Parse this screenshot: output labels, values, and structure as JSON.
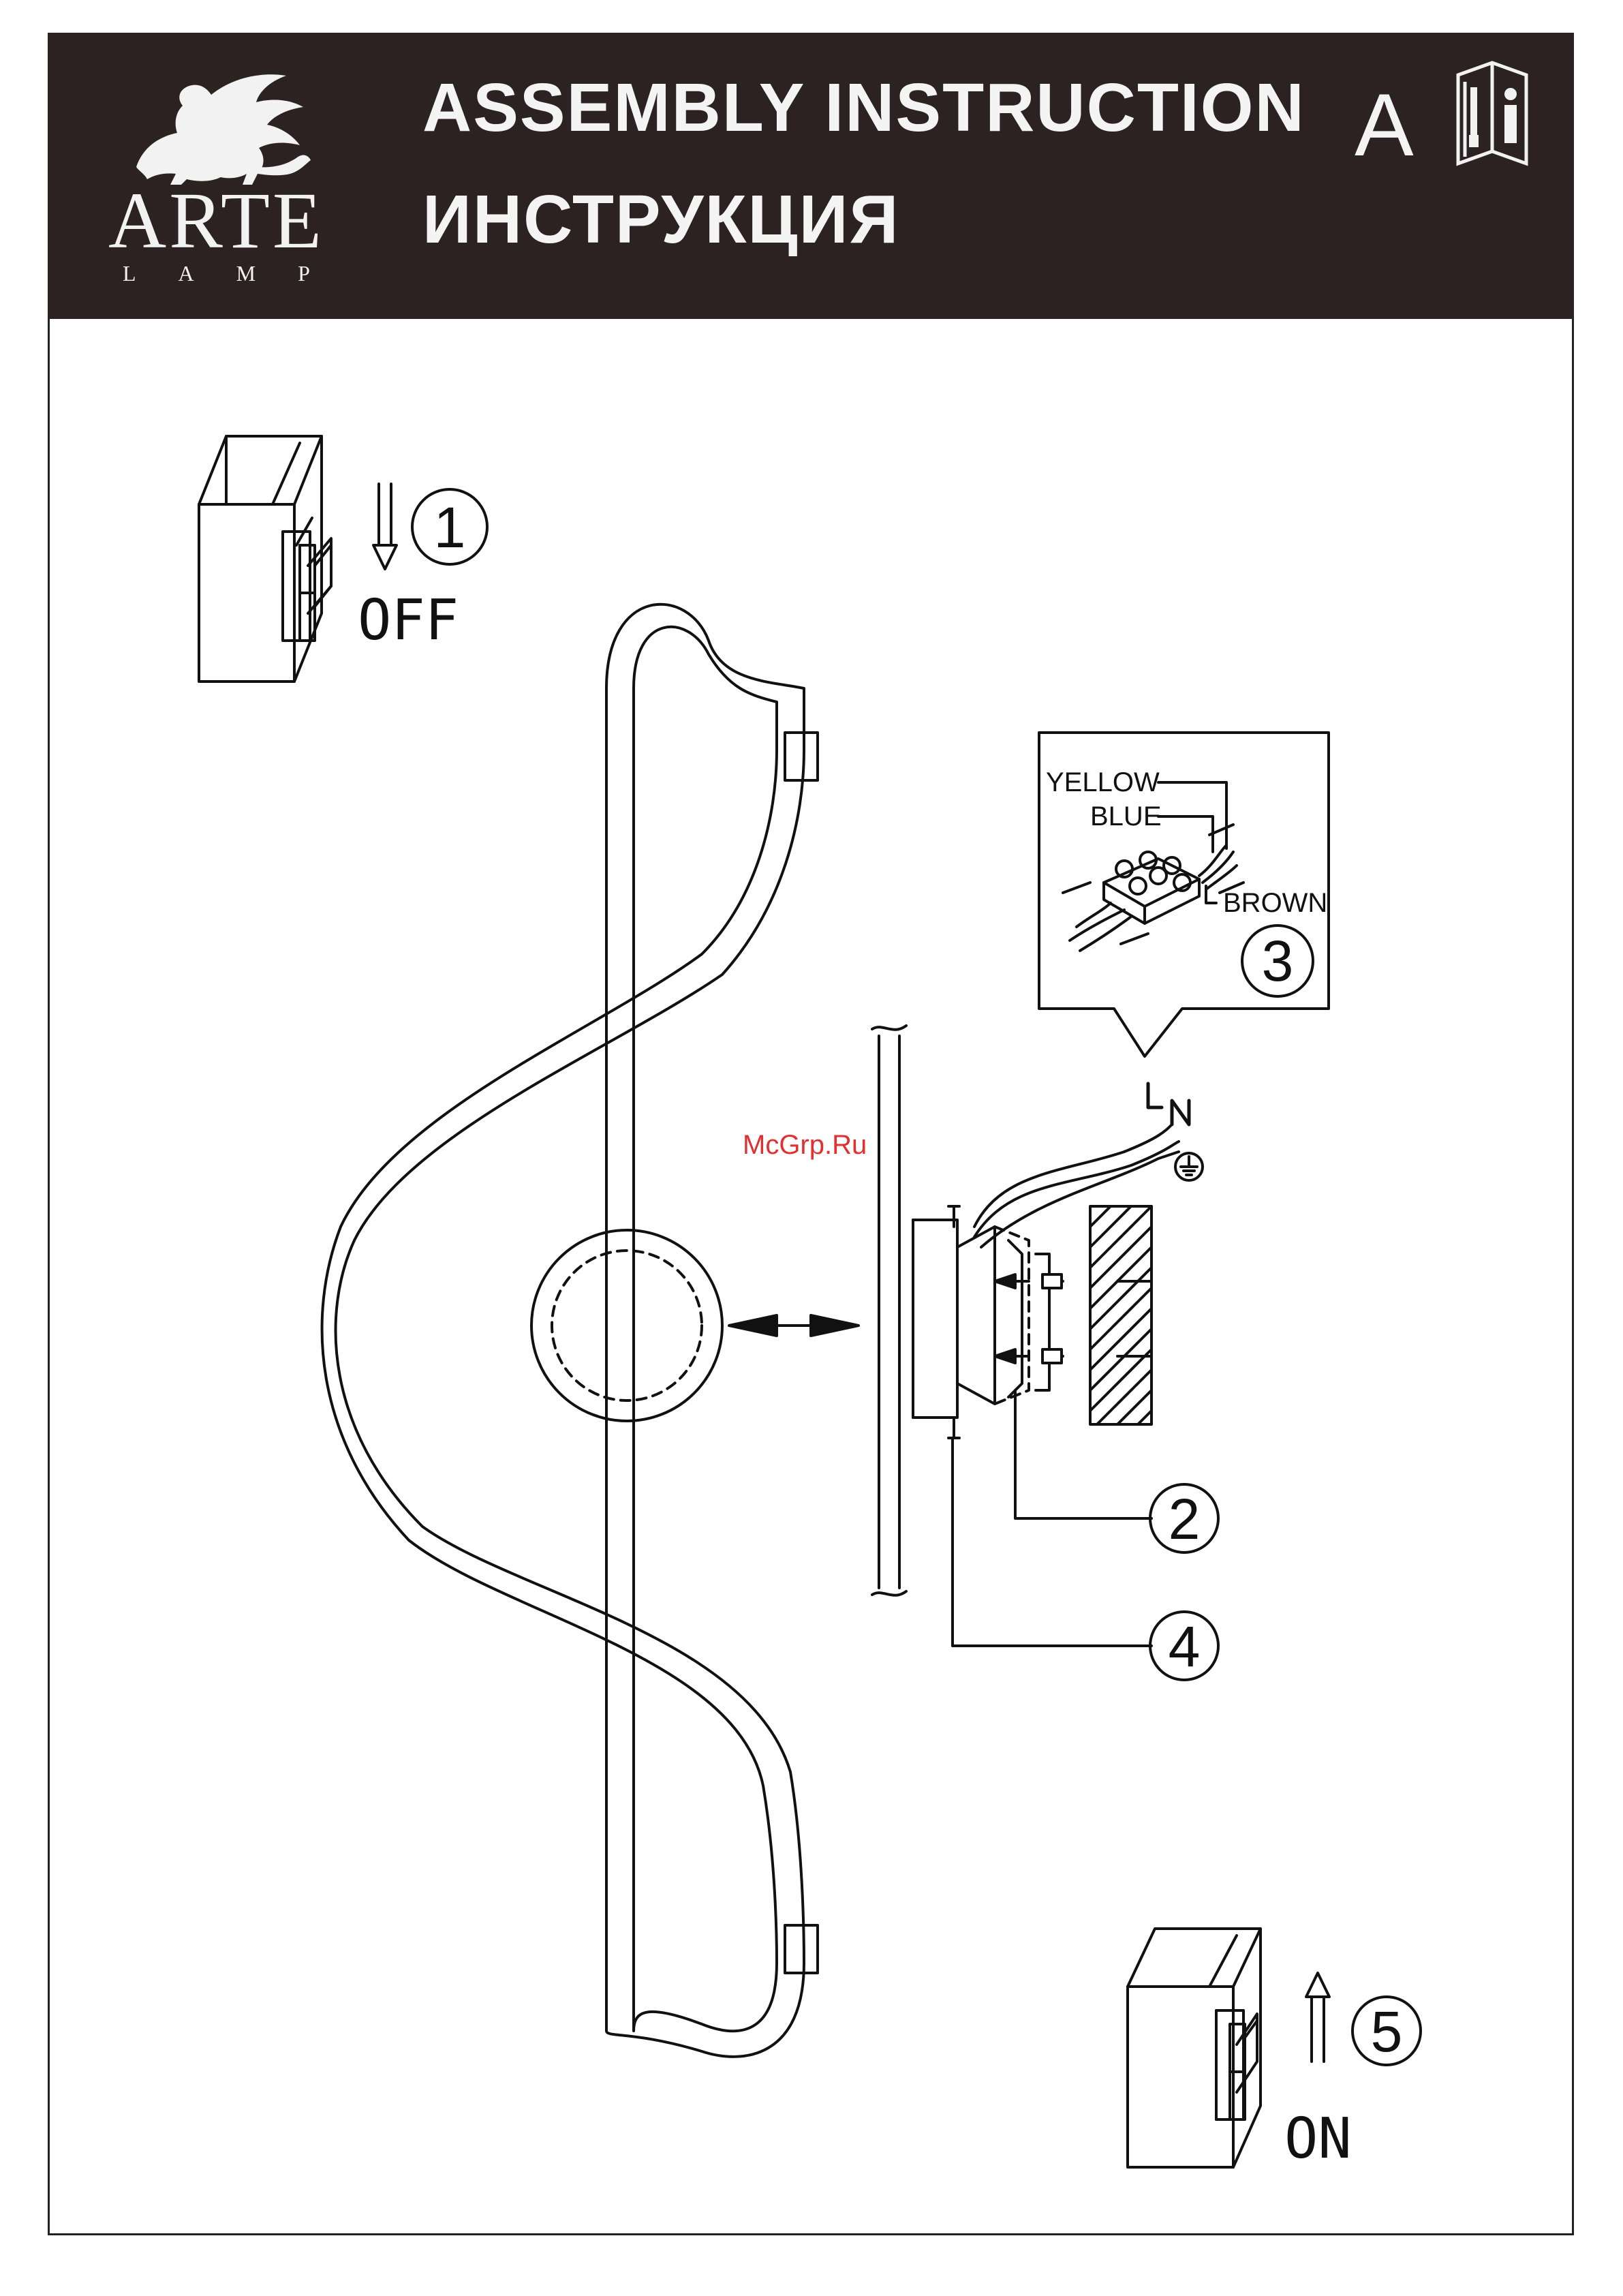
{
  "header": {
    "brand_name": "ARTE",
    "brand_sub": "LAMP",
    "title_en": "ASSEMBLY INSTRUCTION",
    "title_ru": "ИНСТРУКЦИЯ",
    "language_letter": "A",
    "info_icon": "manual-info-icon"
  },
  "steps": [
    {
      "number": "1",
      "label": "OFF",
      "icon": "switch-off-icon"
    },
    {
      "number": "2",
      "label": "",
      "icon": "mounting-bracket"
    },
    {
      "number": "3",
      "label": "",
      "icon": "terminal-block-icon"
    },
    {
      "number": "4",
      "label": "",
      "icon": "fixing-screw"
    },
    {
      "number": "5",
      "label": "ON",
      "icon": "switch-on-icon"
    }
  ],
  "wiring": {
    "yellow": "YELLOW",
    "blue": "BLUE",
    "brown": "BROWN",
    "live_symbol": "L",
    "neutral_symbol": "N",
    "ground_icon": "earth-ground-icon"
  },
  "watermark": "McGrp.Ru"
}
